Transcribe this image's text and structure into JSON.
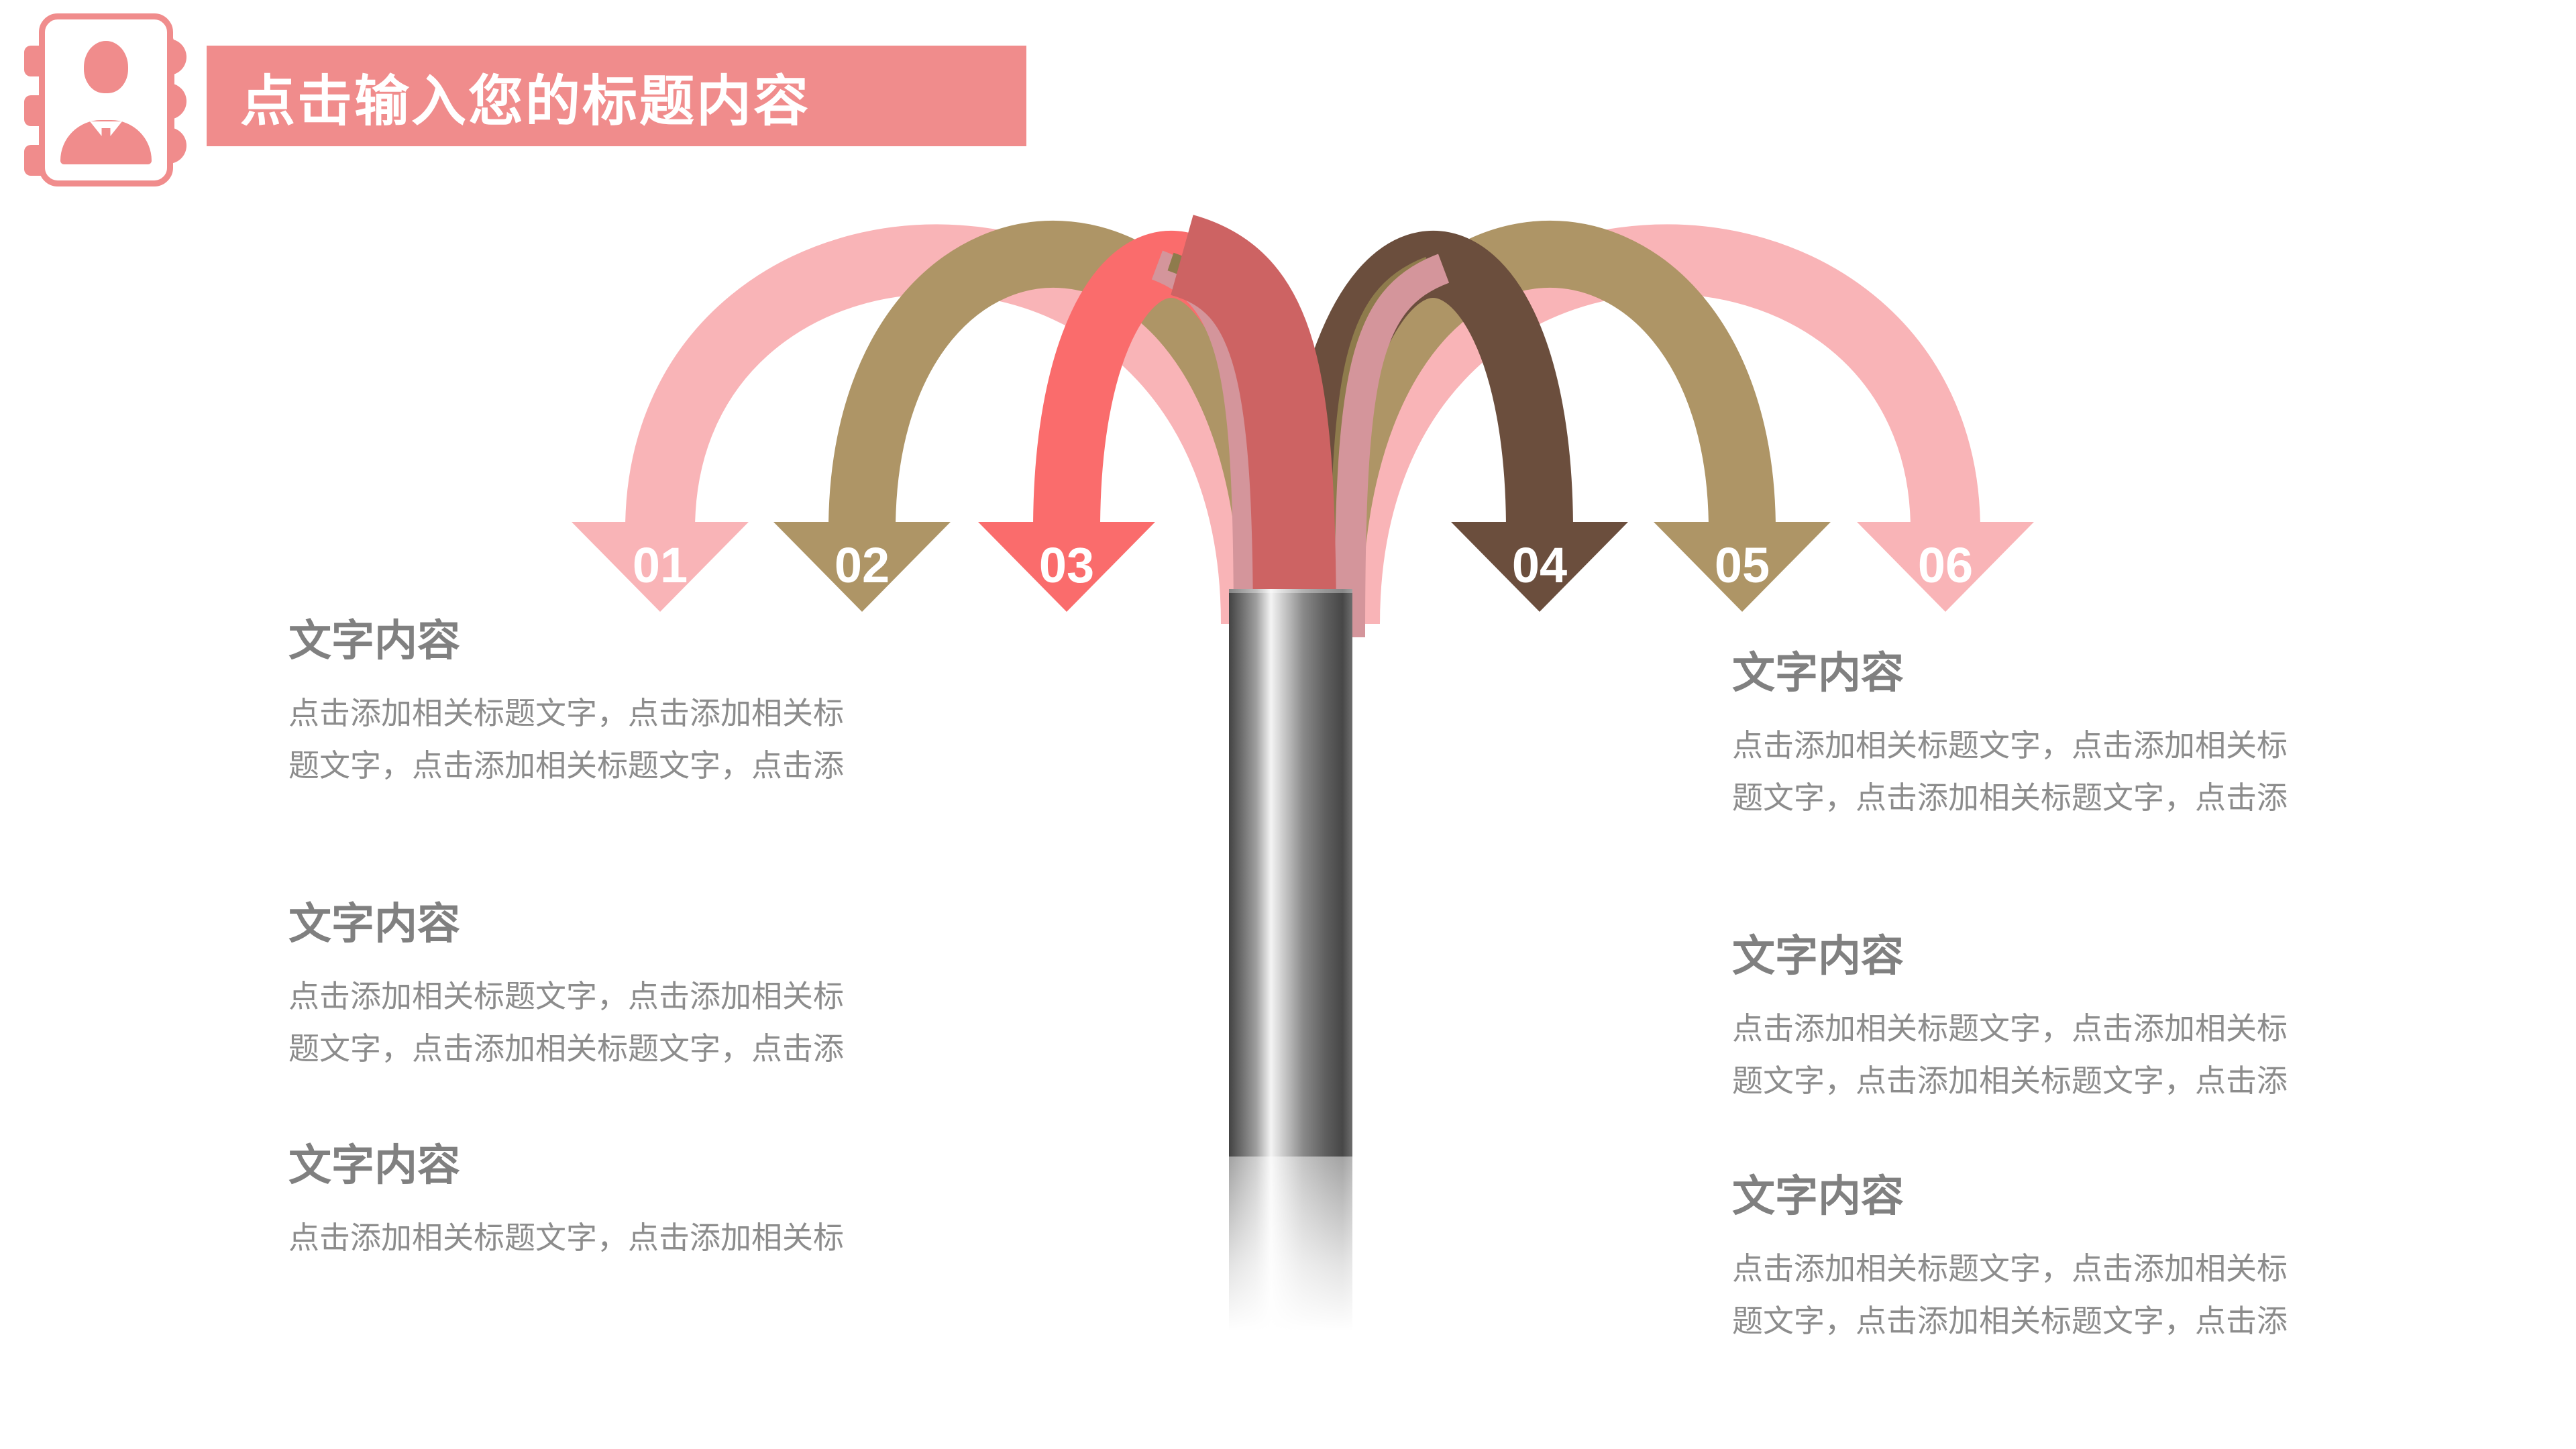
{
  "title": {
    "text": "点击输入您的标题内容"
  },
  "icon": {
    "name": "contact-card-icon"
  },
  "colors": {
    "title-bar": "#F08C8C",
    "icon-pink": "#F08C8C",
    "center-red": "#CD6363",
    "sliver-pink": "#D4959B",
    "sliver-olive": "#8E7B4C",
    "heading-gray": "#808080",
    "body-gray": "#8C8C8C"
  },
  "arrows": [
    {
      "number": "01",
      "color": "#F9B4B7"
    },
    {
      "number": "02",
      "color": "#AE9566"
    },
    {
      "number": "03",
      "color": "#FA6C6C"
    },
    {
      "number": "04",
      "color": "#6B4E3D"
    },
    {
      "number": "05",
      "color": "#AE9566"
    },
    {
      "number": "06",
      "color": "#F9B4B7"
    }
  ],
  "left_blocks": [
    {
      "heading": "文字内容",
      "lines": [
        "点击添加相关标题文字，点击添加相关标",
        "题文字，点击添加相关标题文字，点击添"
      ]
    },
    {
      "heading": "文字内容",
      "lines": [
        "点击添加相关标题文字，点击添加相关标",
        "题文字，点击添加相关标题文字，点击添"
      ]
    },
    {
      "heading": "文字内容",
      "lines": [
        "点击添加相关标题文字，点击添加相关标"
      ]
    }
  ],
  "right_blocks": [
    {
      "heading": "文字内容",
      "lines": [
        "点击添加相关标题文字，点击添加相关标",
        "题文字，点击添加相关标题文字，点击添"
      ]
    },
    {
      "heading": "文字内容",
      "lines": [
        "点击添加相关标题文字，点击添加相关标",
        "题文字，点击添加相关标题文字，点击添"
      ]
    },
    {
      "heading": "文字内容",
      "lines": [
        "点击添加相关标题文字，点击添加相关标",
        "题文字，点击添加相关标题文字，点击添"
      ]
    }
  ]
}
